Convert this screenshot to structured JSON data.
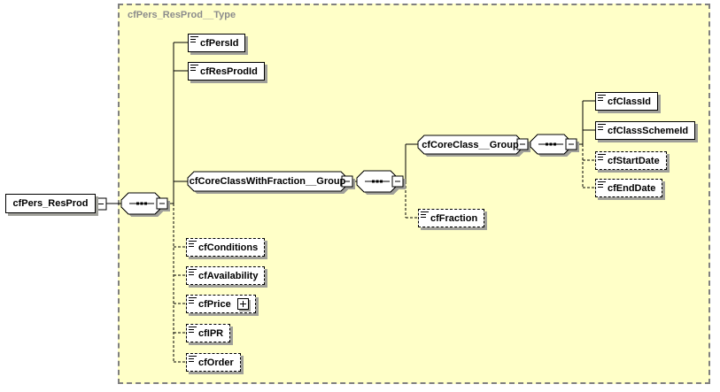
{
  "diagram": {
    "kind": "xml-schema-content-model",
    "type_container_label": "cfPers_ResProd__Type",
    "root_element": "cfPers_ResProd",
    "compositors": {
      "root_sequence": "sequence",
      "with_fraction_sequence": "sequence",
      "core_class_sequence": "sequence"
    },
    "elements": {
      "persId": "cfPersId",
      "resProdId": "cfResProdId",
      "coreClassWithFractionGroup": "cfCoreClassWithFraction__Group",
      "coreClassGroup": "cfCoreClass__Group",
      "classId": "cfClassId",
      "classSchemeId": "cfClassSchemeId",
      "startDate": "cfStartDate",
      "endDate": "cfEndDate",
      "fraction": "cfFraction",
      "conditions": "cfConditions",
      "availability": "cfAvailability",
      "price": "cfPrice",
      "ipr": "cfIPR",
      "order": "cfOrder"
    },
    "colors": {
      "container_fill": "#ffffc8",
      "container_border": "#808080",
      "container_label": "#8c8c8c",
      "node_fill": "#ffffff",
      "node_border": "#000000",
      "node_shadow": "#a0a09a",
      "text": "#000000"
    }
  }
}
